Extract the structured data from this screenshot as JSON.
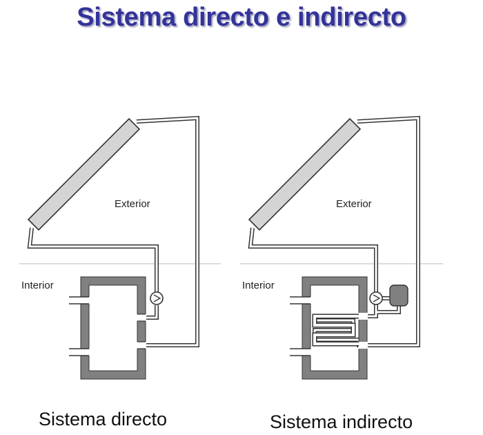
{
  "title": "Sistema directo e indirecto",
  "labels": {
    "exterior": "Exterior",
    "interior": "Interior"
  },
  "captions": {
    "direct": "Sistema directo",
    "indirect": "Sistema indirecto"
  },
  "colors": {
    "title": "#333399",
    "wall": "#808080",
    "pipe": "#333333",
    "collector_fill": "#d4d4d4",
    "boundary": "#c8c8c8"
  }
}
